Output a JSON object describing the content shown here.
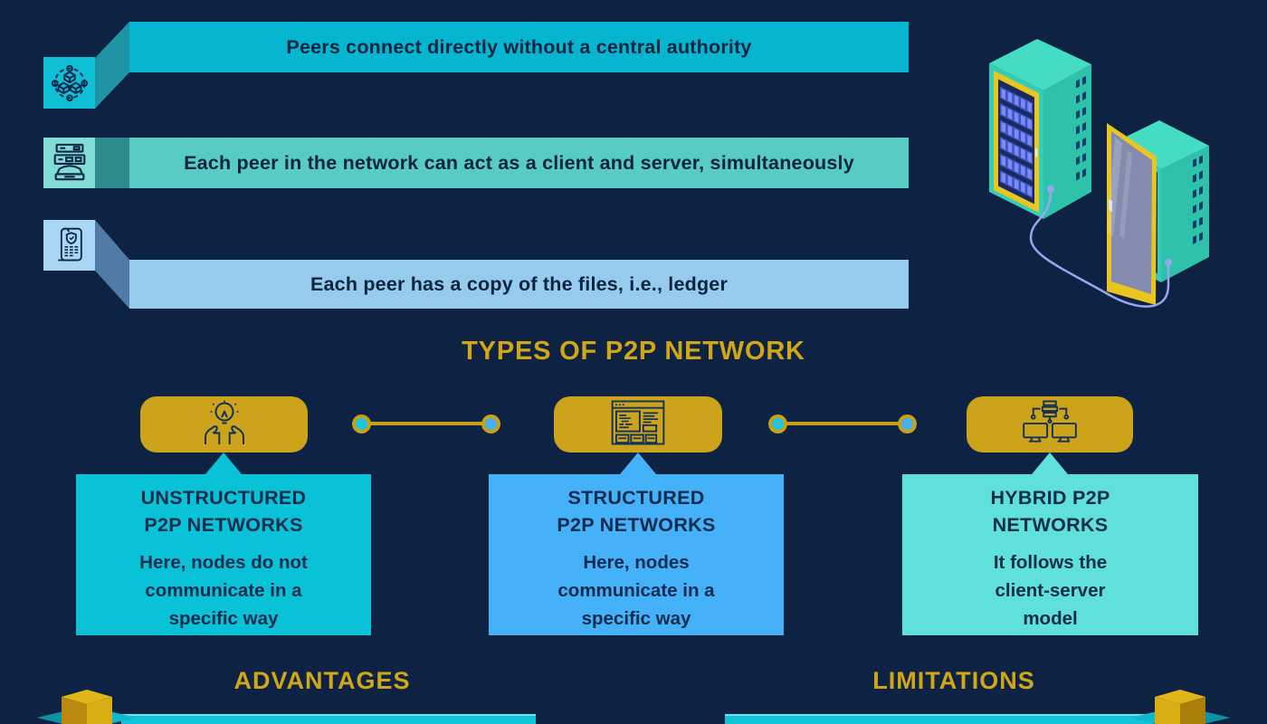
{
  "banners": [
    {
      "icon": "blockchain-network-icon",
      "text": "Peers connect directly without a central authority"
    },
    {
      "icon": "server-stack-icon",
      "text": "Each peer in the network can act as a client and server, simultaneously"
    },
    {
      "icon": "secure-ledger-icon",
      "text": "Each peer has a copy of the files, i.e., ledger"
    }
  ],
  "types_section": {
    "heading": "TYPES OF P2P NETWORK",
    "types": [
      {
        "icon": "idea-hands-icon",
        "title": "UNSTRUCTURED\nP2P NETWORKS",
        "description": "Here, nodes do not\ncommunicate in a\nspecific way"
      },
      {
        "icon": "structured-page-icon",
        "title": "STRUCTURED\nP2P NETWORKS",
        "description": "Here, nodes\ncommunicate in a\nspecific way"
      },
      {
        "icon": "client-server-icon",
        "title": "HYBRID P2P\nNETWORKS",
        "description": "It follows the\nclient-server\nmodel"
      }
    ]
  },
  "bottom": {
    "advantages_heading": "ADVANTAGES",
    "limitations_heading": "LIMITATIONS"
  },
  "decorations": {
    "top_right": "server-racks-illustration",
    "bottom_left": "gold-pin-marker",
    "bottom_right": "gold-pin-marker"
  },
  "colors": {
    "background": "#0E2343",
    "banner1": "#06B6D0",
    "banner2": "#57CBC4",
    "banner3": "#96CBEE",
    "gold_accent": "#CCA31B",
    "gold_heading": "#D2A717",
    "card_unstructured": "#0AC2D8",
    "card_structured": "#45B1F8",
    "card_hybrid": "#60E0DA",
    "dark_navy_text": "#0A2440",
    "dot_teal": "#1FC6DC",
    "dot_blue": "#47B0F5",
    "bottom_bar": "#12C4D8",
    "server_teal": "#35CDB5",
    "server_door_gold": "#E8C51F",
    "server_module_blue": "#7A8BF4",
    "cable_purple": "#99A5F1"
  }
}
